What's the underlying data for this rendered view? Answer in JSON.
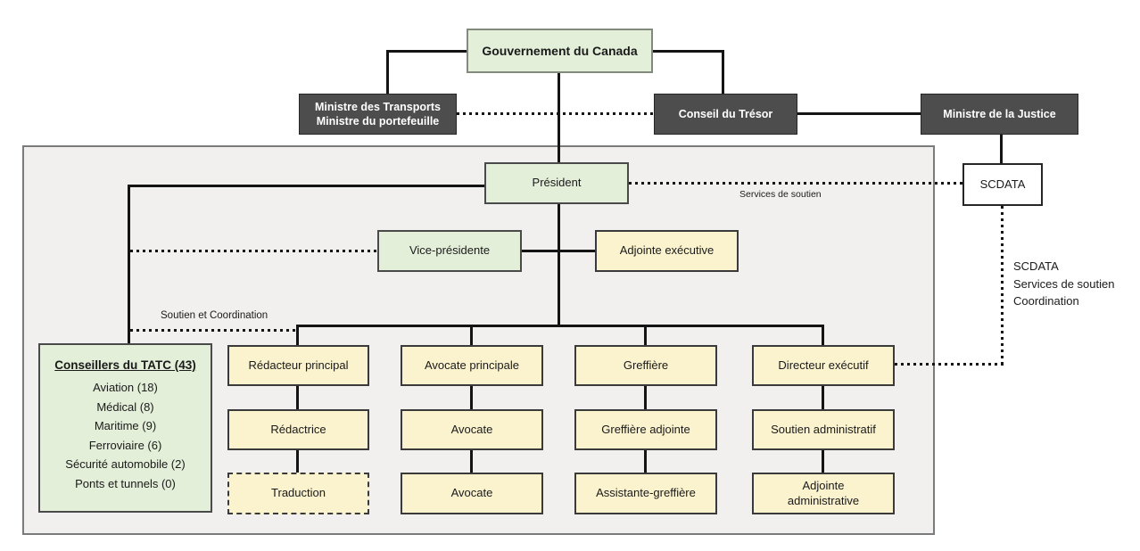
{
  "diagram": {
    "government": {
      "label": "Gouvernement du Canada"
    },
    "ministers": {
      "transport": {
        "label": "Ministre des Transports\nMinistre du portefeuille"
      },
      "treasury": {
        "label": "Conseil du Trésor"
      },
      "justice": {
        "label": "Ministre de la Justice"
      }
    },
    "scdata": {
      "box_label": "SCDATA",
      "support_link_label": "Services de soutien",
      "note_lines": [
        "SCDATA",
        "Services de soutien",
        "Coordination"
      ]
    },
    "tribunal": {
      "president": {
        "label": "Président"
      },
      "vice_president": {
        "label": "Vice-présidente"
      },
      "executive_assistant": {
        "label": "Adjointe exécutive"
      },
      "coordination_link_label": "Soutien et Coordination",
      "advisors": {
        "title": "Conseillers du TATC (43)",
        "items": [
          "Aviation (18)",
          "Médical (8)",
          "Maritime (9)",
          "Ferroviaire (6)",
          "Sécurité automobile (2)",
          "Ponts et tunnels (0)"
        ]
      },
      "columns": [
        {
          "level1": "Rédacteur principal",
          "level2": "Rédactrice",
          "level3": "Traduction"
        },
        {
          "level1": "Avocate principale",
          "level2": "Avocate",
          "level3": "Avocate"
        },
        {
          "level1": "Greffière",
          "level2": "Greffière adjointe",
          "level3": "Assistante-greffière"
        },
        {
          "level1": "Directeur exécutif",
          "level2": "Soutien administratif",
          "level3": "Adjointe\nadministrative"
        }
      ]
    },
    "colors": {
      "green_fill": "#e3efd9",
      "cream_fill": "#fbf2ce",
      "dark_fill": "#4d4d4d",
      "panel_fill": "#f1f0ef",
      "line_color": "#141414"
    }
  }
}
